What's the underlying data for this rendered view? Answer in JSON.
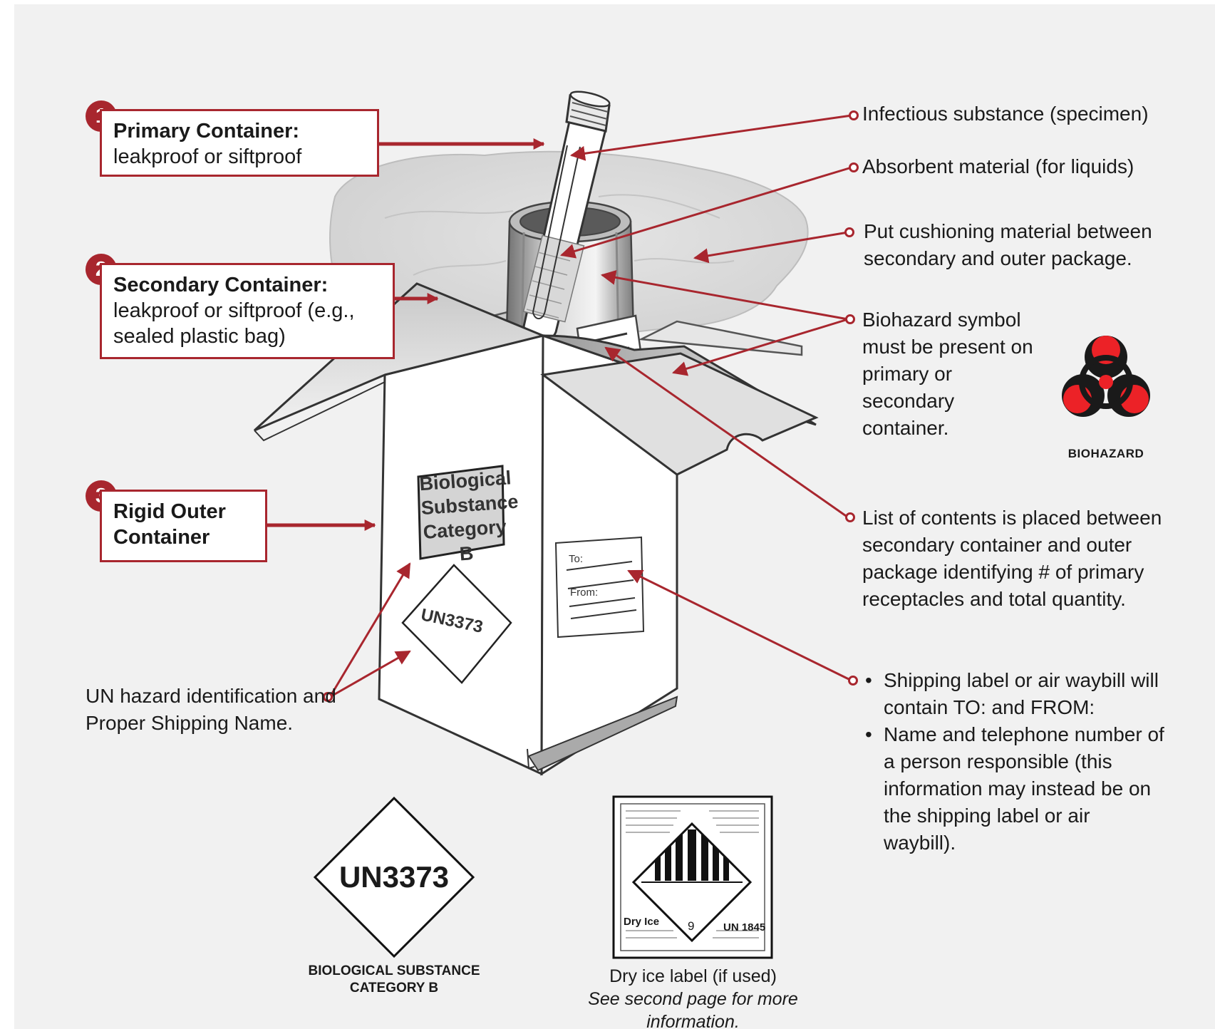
{
  "steps": [
    {
      "number": "1",
      "title": "Primary Container:",
      "desc": "leakproof or siftproof"
    },
    {
      "number": "2",
      "title": "Secondary Container:",
      "desc": "leakproof or siftproof (e.g., sealed plastic bag)"
    },
    {
      "number": "3",
      "title": "Rigid Outer Container",
      "desc": ""
    }
  ],
  "callouts": {
    "infectious": "Infectious substance (specimen)",
    "absorbent": "Absorbent material (for liquids)",
    "cushioning": "Put cushioning material between secondary and outer package.",
    "biohazard_symbol": "Biohazard symbol must be present on primary or secondary container.",
    "contents_list": "List of contents is placed between secondary container and outer package identifying # of primary receptacles and total quantity.",
    "un_hazard": "UN hazard identification and Proper Shipping Name.",
    "shipping_bullets": [
      "Shipping label or air waybill will contain TO: and FROM:",
      "Name and telephone number of a person responsible (this information may instead be on the shipping label or air waybill)."
    ]
  },
  "box_labels": {
    "bio_label": [
      "Biological",
      "Substance",
      "Category B"
    ],
    "un_diamond": "UN3373",
    "to": "To:",
    "from": "From:"
  },
  "biohazard_label": {
    "text": "BIOHAZARD",
    "color": "#ec2227"
  },
  "un_diamond_label": {
    "code": "UN3373",
    "caption_line1": "BIOLOGICAL SUBSTANCE",
    "caption_line2": "CATEGORY B"
  },
  "dry_ice_label": {
    "name": "Dry Ice",
    "class": "9",
    "un_number": "UN 1845",
    "caption": "Dry ice label (if used)",
    "caption_note": "See second page for more information."
  },
  "colors": {
    "accent": "#a8262e",
    "background": "#f1f1f1",
    "biohazard_red": "#ec2227"
  }
}
